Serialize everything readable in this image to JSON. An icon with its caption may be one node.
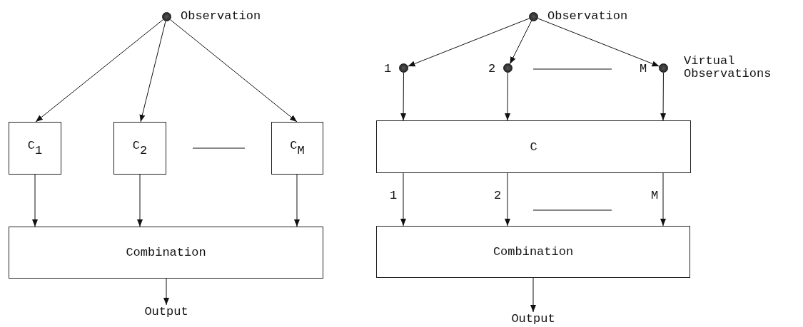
{
  "diagram": {
    "nodes": [
      {
        "text": [],
        "shape": "circle",
        "beside": [
          "Observation"
        ]
      },
      {
        "text": [
          "C$_{1}$"
        ]
      },
      {
        "text": [
          "C$_{2}$"
        ]
      },
      {
        "text": [
          "C$_{M}$"
        ]
      },
      {
        "text": [
          "Combination"
        ]
      },
      {
        "text": [
          "Output"
        ]
      },
      {
        "text": [],
        "shape": "circle",
        "beside": [
          "Observation"
        ]
      },
      {
        "text": [],
        "shape": "circle",
        "beside": [
          "1"
        ]
      },
      {
        "text": [],
        "shape": "circle",
        "beside": [
          "2"
        ]
      },
      {
        "text": [],
        "shape": "circle",
        "beside": [
          "M"
        ]
      },
      {
        "text": [
          "C"
        ]
      },
      {
        "text": [
          "Combination"
        ]
      },
      {
        "text": [
          "Output"
        ]
      }
    ],
    "edges": [
      {
        "from": 0,
        "to": 1,
        "arrow": "to"
      },
      {
        "from": 0,
        "to": 2,
        "arrow": "to"
      },
      {
        "from": 0,
        "to": 3,
        "arrow": "to"
      },
      {
        "from": 1,
        "to": 4,
        "arrow": "to"
      },
      {
        "from": 2,
        "to": 4,
        "arrow": "to"
      },
      {
        "from": 3,
        "to": 4,
        "arrow": "to"
      },
      {
        "from": 4,
        "to": 5,
        "arrow": "to"
      },
      {
        "from": 6,
        "to": 7,
        "arrow": "to"
      },
      {
        "from": 6,
        "to": 8,
        "arrow": "to"
      },
      {
        "from": 6,
        "to": 9,
        "arrow": "to"
      },
      {
        "from": 7,
        "to": 10,
        "arrow": "to"
      },
      {
        "from": 8,
        "to": 10,
        "arrow": "to"
      },
      {
        "from": 9,
        "to": 10,
        "arrow": "to"
      },
      {
        "from": 10,
        "to": 11,
        "arrow": "to",
        "label": "1"
      },
      {
        "from": 10,
        "to": 11,
        "arrow": "to",
        "label": "2"
      },
      {
        "from": 10,
        "to": 11,
        "arrow": "to",
        "label": "M"
      },
      {
        "from": 11,
        "to": 12,
        "arrow": "to"
      }
    ],
    "labels": [
      "Virtual Observations"
    ]
  }
}
